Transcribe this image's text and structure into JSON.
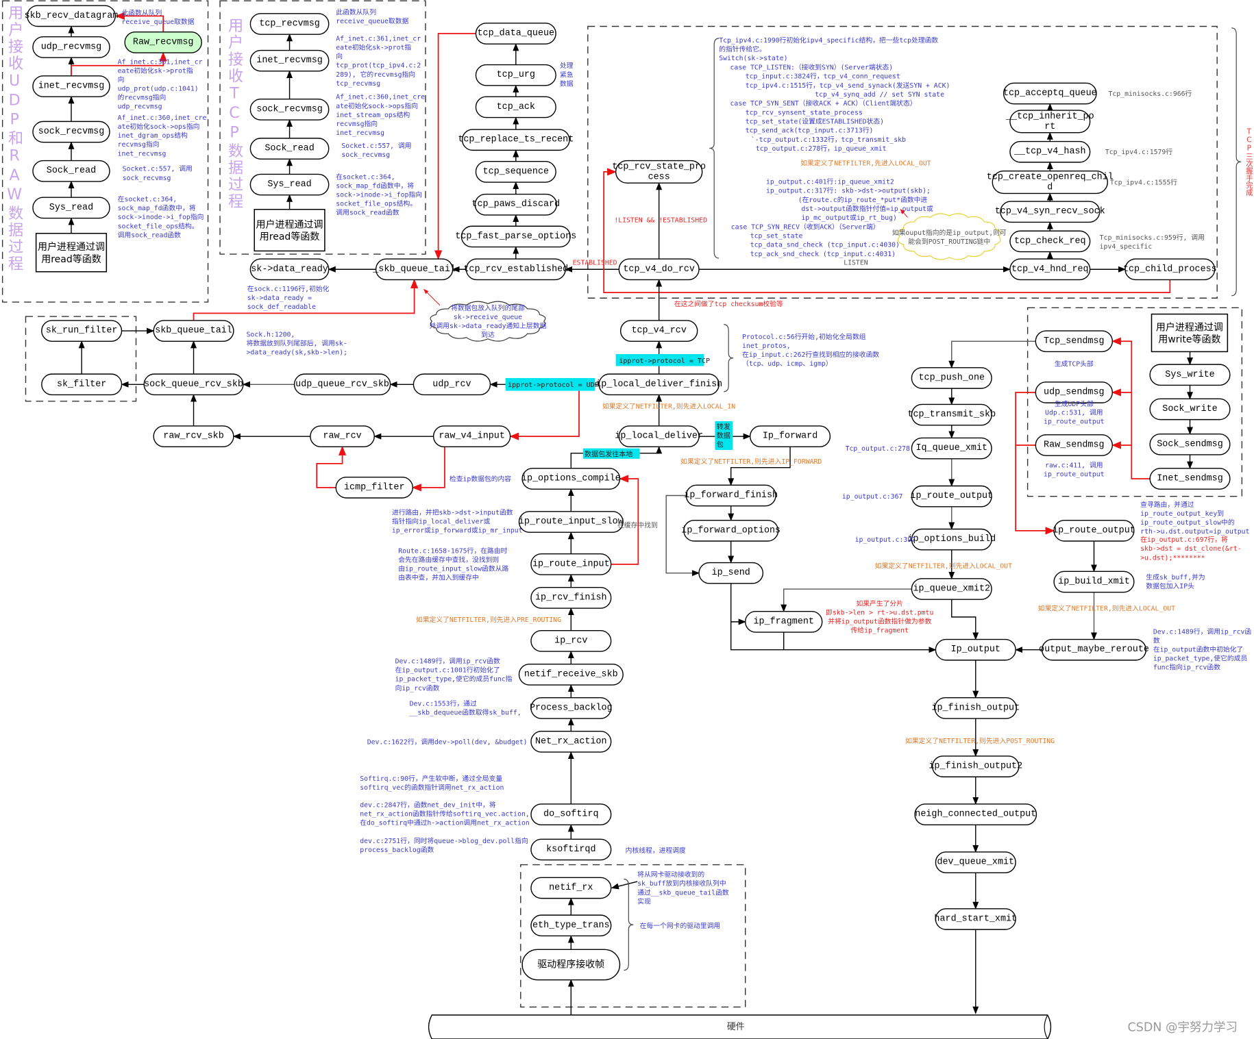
{
  "colors": {
    "blue": "#3a3ad0",
    "orange": "#e07a2a",
    "red": "#ee2222",
    "magenta": "#cc33cc",
    "gray": "#555555",
    "green_node": "#ccffcc",
    "cyan": "#00e5ee",
    "title": "#c9a3ec"
  },
  "titles": {
    "udp_raw": "用户接收UDP和RAW数据过程",
    "tcp": "用户接收TCP数据过程",
    "handshake": "TCP三次握手完成"
  },
  "boxes": {
    "udp_user": [
      "用户进程通过调",
      "用read等函数"
    ],
    "tcp_user": [
      "用户进程通过调",
      "用read等函数"
    ],
    "write_user": [
      "用户进程通过调",
      "用write等函数"
    ]
  },
  "nodes": {
    "skb_recv_datagram": "skb_recv_datagram",
    "raw_recvmsg": "Raw_recvmsg",
    "udp_recvmsg": "udp_recvmsg",
    "inet_recvmsg_u": "inet_recvmsg",
    "sock_recvmsg_u": "sock_recvmsg",
    "sock_read_u": "Sock_read",
    "sys_read_u": "Sys_read",
    "tcp_recvmsg": "tcp_recvmsg",
    "inet_recvmsg_t": "inet_recvmsg",
    "sock_recvmsg_t": "sock_recvmsg",
    "sock_read_t": "Sock_read",
    "sys_read_t": "Sys_read",
    "sk_data_ready": "sk->data_ready",
    "skb_queue_tail_u": "_skb_queue_tail",
    "tcp_rcv_established": "tcp_rcv_established",
    "tcp_fast_parse_options": "tcp_fast_parse_options",
    "tcp_paws_discard": "tcp_paws_discard",
    "tcp_sequence": "tcp_sequence",
    "tcp_replace_ts_recent": "tcp_replace_ts_recent",
    "tcp_ack": "tcp_ack",
    "tcp_urg": "tcp_urg",
    "tcp_data_queue": "tcp_data_queue",
    "tcp_rcv_state_process": [
      "tcp_rcv_state_pro",
      "cess"
    ],
    "tcp_v4_do_rcv": "tcp_v4_do_rcv",
    "tcp_v4_hnd_req": "tcp_v4_hnd_req",
    "tcp_child_process": "tcp_child_process",
    "tcp_check_req": "tcp_check_req",
    "tcp_v4_syn_recv_sock": "tcp_v4_syn_recv_sock",
    "tcp_create_openreq_child": [
      "tcp_create_openreq_chil",
      "d"
    ],
    "tcp_v4_hash": "__tcp_v4_hash",
    "tcp_inherit_port": [
      "__tcp_inherit_po",
      "rt"
    ],
    "tcp_acceptq_queue": "tcp_acceptq_queue",
    "tcp_v4_rcv": "tcp_v4_rcv",
    "ip_local_deliver_finish": "ip_local_deliver_finish",
    "udp_rcv": "udp_rcv",
    "udp_queue_rcv_skb": "udp_queue_rcv_skb",
    "sock_queue_rcv_skb": "sock_queue_rcv_skb",
    "sk_filter": "sk_filter",
    "sk_run_filter": "sk_run_filter",
    "skb_queue_tail": "skb_queue_tail",
    "raw_rcv_skb": "raw_rcv_skb",
    "raw_rcv": "raw_rcv",
    "raw_v4_input": "raw_v4_input",
    "icmp_filter": "icmp_filter",
    "ip_local_deliver": "ip_local_deliver",
    "ip_forward": "Ip_forward",
    "ip_options_compile": "ip_options_compile",
    "ip_route_input_slow": "ip_route_input_slow",
    "ip_route_input": "ip_route_input",
    "ip_rcv_finish": "ip_rcv_finish",
    "ip_rcv": "ip_rcv",
    "netif_receive_skb": "netif_receive_skb",
    "process_backlog": "Process_backlog",
    "net_rx_action": "Net_rx_action",
    "do_softirq": "do_softirq",
    "ksoftirqd": "ksoftirqd",
    "netif_rx": "netif_rx",
    "eth_type_trans": "eth_type_trans",
    "driver_rx": "驱动程序接收帧",
    "ip_forward_finish": "ip_forward_finish",
    "ip_forward_options": "ip_forward_options",
    "ip_send": "ip_send",
    "ip_fragment": "ip_fragment",
    "ip_output": "Ip_output",
    "ip_finish_output": "ip_finish_output",
    "ip_finish_output2": "ip_finish_output2",
    "neigh_connected_output": "neigh_connected_output",
    "dev_queue_xmit": "dev_queue_xmit",
    "hard_start_xmit": "hard_start_xmit",
    "sys_write": "Sys_write",
    "sock_write": "Sock_write",
    "sock_sendmsg": "Sock_sendmsg",
    "inet_sendmsg": "Inet_sendmsg",
    "tcp_sendmsg": "Tcp_sendmsg",
    "udp_sendmsg": "udp_sendmsg",
    "raw_sendmsg": "Raw_sendmsg",
    "tcp_push_one": "tcp_push_one",
    "tcp_transmit_skb": "tcp_transmit_skb",
    "iq_queue_xmit": "Iq_queue_xmit",
    "ip_route_output_1": "ip_route_output",
    "ip_options_build": "ip_options_build",
    "ip_queue_xmit2": "ip_queue_xmit2",
    "ip_route_output_2": "ip_route_output",
    "ip_build_xmit": "ip_build_xmit",
    "output_maybe_reroute": "output_maybe_reroute"
  },
  "tags": {
    "proto_tcp": "ipprot->protocol = TCP",
    "proto_udp": "ipprot->protocol = UDP",
    "forward_pkt": [
      "转发",
      "数据",
      "包"
    ],
    "local_pkt": "数据包发往本地"
  },
  "notes": {
    "udp1": [
      "此函数从队列",
      "receive_queue取数据"
    ],
    "udp2": [
      "Af_inet.c:361,inet_cr",
      "eate初始化sk->prot指",
      "向",
      "udp_prot(udp.c:1041)",
      "的recvmsg指向",
      "udp_recvmsg"
    ],
    "udp3": [
      "Af_inet.c:360,inet_cre",
      "ate初始化sock->ops指向",
      "inet_dgram_ops结构",
      "recvmsg指向",
      "inet_recvmsg"
    ],
    "udp4": [
      "Socket.c:557, 调用",
      "sock_recvmsg"
    ],
    "udp5": [
      "在socket.c:364,",
      "sock_map_fd函数中，将",
      "sock->inode->i_fop指向",
      "socket_file_ops结构。",
      "调用sock_read函数"
    ],
    "tcp1": [
      "此函数从队列",
      "receive_queue取数据"
    ],
    "tcp2": [
      "Af_inet.c:361,inet_cr",
      "eate初始化sk->prot指",
      "向",
      "tcp_prot(tcp_ipv4.c:2",
      "289), 它的recvmsg指向",
      "tcp_recvmsg"
    ],
    "tcp3": [
      "Af_inet.c:360,inet_cre",
      "ate初始化sock->ops指向",
      "inet_stream_ops结构",
      "recvmsg指向",
      "inet_recvmsg"
    ],
    "tcp4": [
      "Socket.c:557, 调用",
      "sock_recvmsg"
    ],
    "tcp5": [
      "在socket.c:364,",
      "sock_map_fd函数中，将",
      "sock->inode->i_fop指向",
      "socket_file_ops结构。",
      "调用sock_read函数"
    ],
    "data_ready": [
      "在sock.c:1196行,初始化",
      "sk->data_ready =",
      "sock_def_readable"
    ],
    "sockh": [
      "Sock.h:1200,",
      "将数据放到队列尾部后, 调用sk-",
      ">data_ready(sk,skb->len);"
    ],
    "cloud": [
      "将数据包放入队列的尾部",
      "sk->receive_queue",
      "并调用sk->data_ready通知上层数据",
      "到达"
    ],
    "urg": [
      "处理",
      "紧急",
      "数据"
    ],
    "state_block": [
      "Tcp_ipv4.c:1990行初始化ipv4_specific结构，把一些tcp处理函数",
      "的指针传给它。",
      "Switch(sk->state)",
      "case TCP_LISTEN:（接收到SYN）(Server端状态)",
      "tcp_input.c:3824行，tcp_v4_conn_request",
      "tcp_ipv4.c:1515行，tcp_v4_send_synack(发送SYN + ACK)",
      "tcp_v4_synq_add // set SYN state",
      "case TCP_SYN_SENT（接收ACK + ACK）（Client端状态）",
      "tcp_rcv_synsent_state_process",
      "tcp_set_state(设置成ESTABLISHED状态)",
      "tcp_send_ack(tcp_input.c:3713行)",
      "`-tcp_output.c:1332行，tcp_transmit_skb",
      "tcp_output.c:278行，ip_queue_xmit"
    ],
    "state_localout": [
      "如果定义了NETFILTER,先进入LOCAL_OUT"
    ],
    "state_block2": [
      "ip_output.c:401行:ip_queue_xmit2",
      "ip_output.c:317行: skb->dst->output(skb);",
      "(在route.c的ip_route_*put*函数中进",
      "dst->output函数指针付值=ip_output或",
      "ip_mc_output或ip_rt_bug)",
      "case TCP_SYN_RECV（收到ACK）（Server端）",
      "tcp_set_state",
      "tcp_data_snd_check (tcp_input.c:4030)",
      "tcp_ack_snd_check (tcp_input.c:4031)"
    ],
    "cloud2": [
      "如果ouput指向的是ip_output,则可",
      "能会到POST_ROUTING链中"
    ],
    "not_listen": [
      "!LISTEN && !ESTABLISHED"
    ],
    "established": [
      "ESTABLISHED"
    ],
    "listen": [
      "LISTEN"
    ],
    "mini966": [
      "Tcp_minisocks.c:966行"
    ],
    "ipv4_1579": [
      "Tcp_ipv4.c:1579行"
    ],
    "ipv4_1555": [
      "Tcp_ipv4.c:1555行"
    ],
    "mini959": [
      "Tcp_minisocks.c:959行, 调用",
      "ipv4_specific"
    ],
    "checksum": [
      "在这之间做了tcp checksum校验等"
    ],
    "protocol": [
      "Protocol.c:56行开始,初始化全局数组",
      "inet_protos,",
      "在ip_input.c:262行查找到相应的接收函数",
      "（tcp、udp、icmp、igmp）"
    ],
    "local_in": [
      "如果定义了NETFILTER,则先进入LOCAL_IN"
    ],
    "check_ip": [
      "检查ip数据包的内容"
    ],
    "ip_fwd_nf": [
      "如果定义了NETFILTER,则先进入IP_FORWARD"
    ],
    "route1": [
      "进行路由，并把skb->dst->input函数",
      "指针指向ip_local_deliver或",
      "ip_error或ip_forward或ip_mr_input"
    ],
    "route2": [
      "Route.c:1658-1675行，在路由时",
      "会先在路由缓存中查找，没找到则",
      "由ip_route_input_slow函数从路",
      "由表中查，并加入到缓存中"
    ],
    "cache_hit": [
      "在缓存中找到"
    ],
    "pre_routing": [
      "如果定义了NETFILTER,则先进入PRE_ROUTING"
    ],
    "dev1489": [
      "Dev.c:1489行，调用ip_rcv函数",
      "在ip_output.c:1001行初始化了",
      "ip_packet_type,使它的成员func指",
      "向ip_rcv函数"
    ],
    "dev1553": [
      "Dev.c:1553行，通过",
      "__skb_dequeue函数取得sk_buff,"
    ],
    "dev1622": [
      "Dev.c:1622行，调用dev->poll(dev, &budget)"
    ],
    "softirq": [
      "Softirq.c:90行，产生软中断，通过全局变量",
      "softirq_vec的函数指针调用net_rx_action"
    ],
    "dev2847": [
      "dev.c:2847行，函数net_dev_init中，将",
      "net_rx_action函数指针传给softirq_vec.action,",
      "在do_softirq中通过h->action调用net_rx_action"
    ],
    "dev2751": [
      "dev.c:2751行，同时将queue->blog_dev.poll指向",
      "process_backlog函数"
    ],
    "kthread": [
      "内核线程，进程调度"
    ],
    "netifrx": [
      "将从网卡驱动接收到的",
      "sk_buff放到内核接收队列中",
      "通过__skb_queue_tail函数",
      "实现"
    ],
    "each_nic": [
      "在每一个网卡的驱动里调用"
    ],
    "tcp_out278": [
      "Tcp_output.c:278"
    ],
    "ipout367": [
      "ip_output.c:367"
    ],
    "ipout397": [
      "ip_output.c:397"
    ],
    "local_out1": [
      "如果定义了NETFILTER,则先进入LOCAL_OUT"
    ],
    "frag": [
      "如果产生了分片",
      "即skb->len > rt->u.dst.pmtu",
      "并将ip_output函数指针做为参数",
      "传给ip_fragment"
    ],
    "gen_tcp": [
      "生成TCP头部"
    ],
    "gen_udp": [
      "生成UDP头部"
    ],
    "udp531": [
      "Udp.c:531, 调用",
      "ip_route_output"
    ],
    "raw411": [
      "raw.c:411, 调用",
      "ip_route_output"
    ],
    "route_out": [
      "查寻路由，并通过",
      "ip_route_output_key到",
      "ip_route_output_slow中的",
      "rth->u.dst.output=ip_output"
    ],
    "route_out_red": [
      "在ip_output.c:697行，将",
      "skb->dst = dst_clone(&rt-",
      ">u.dst);********"
    ],
    "build_xmit": [
      "生成sk_buff,并为",
      "数据包加入IP头"
    ],
    "local_out2": [
      "如果定义了NETFILTER,则先进入LOCAL_OUT"
    ],
    "dev1489b": [
      "Dev.c:1489行，调用ip_rcv函",
      "数",
      "在ip_output函数中初始化了",
      "ip_packet_type,使它的成员",
      "func指向ip_rcv函数"
    ],
    "post_routing": [
      "如果定义了NETFILTER,则先进入POST_ROUTING"
    ]
  },
  "hardware": "硬件",
  "watermark": "CSDN @宇努力学习"
}
